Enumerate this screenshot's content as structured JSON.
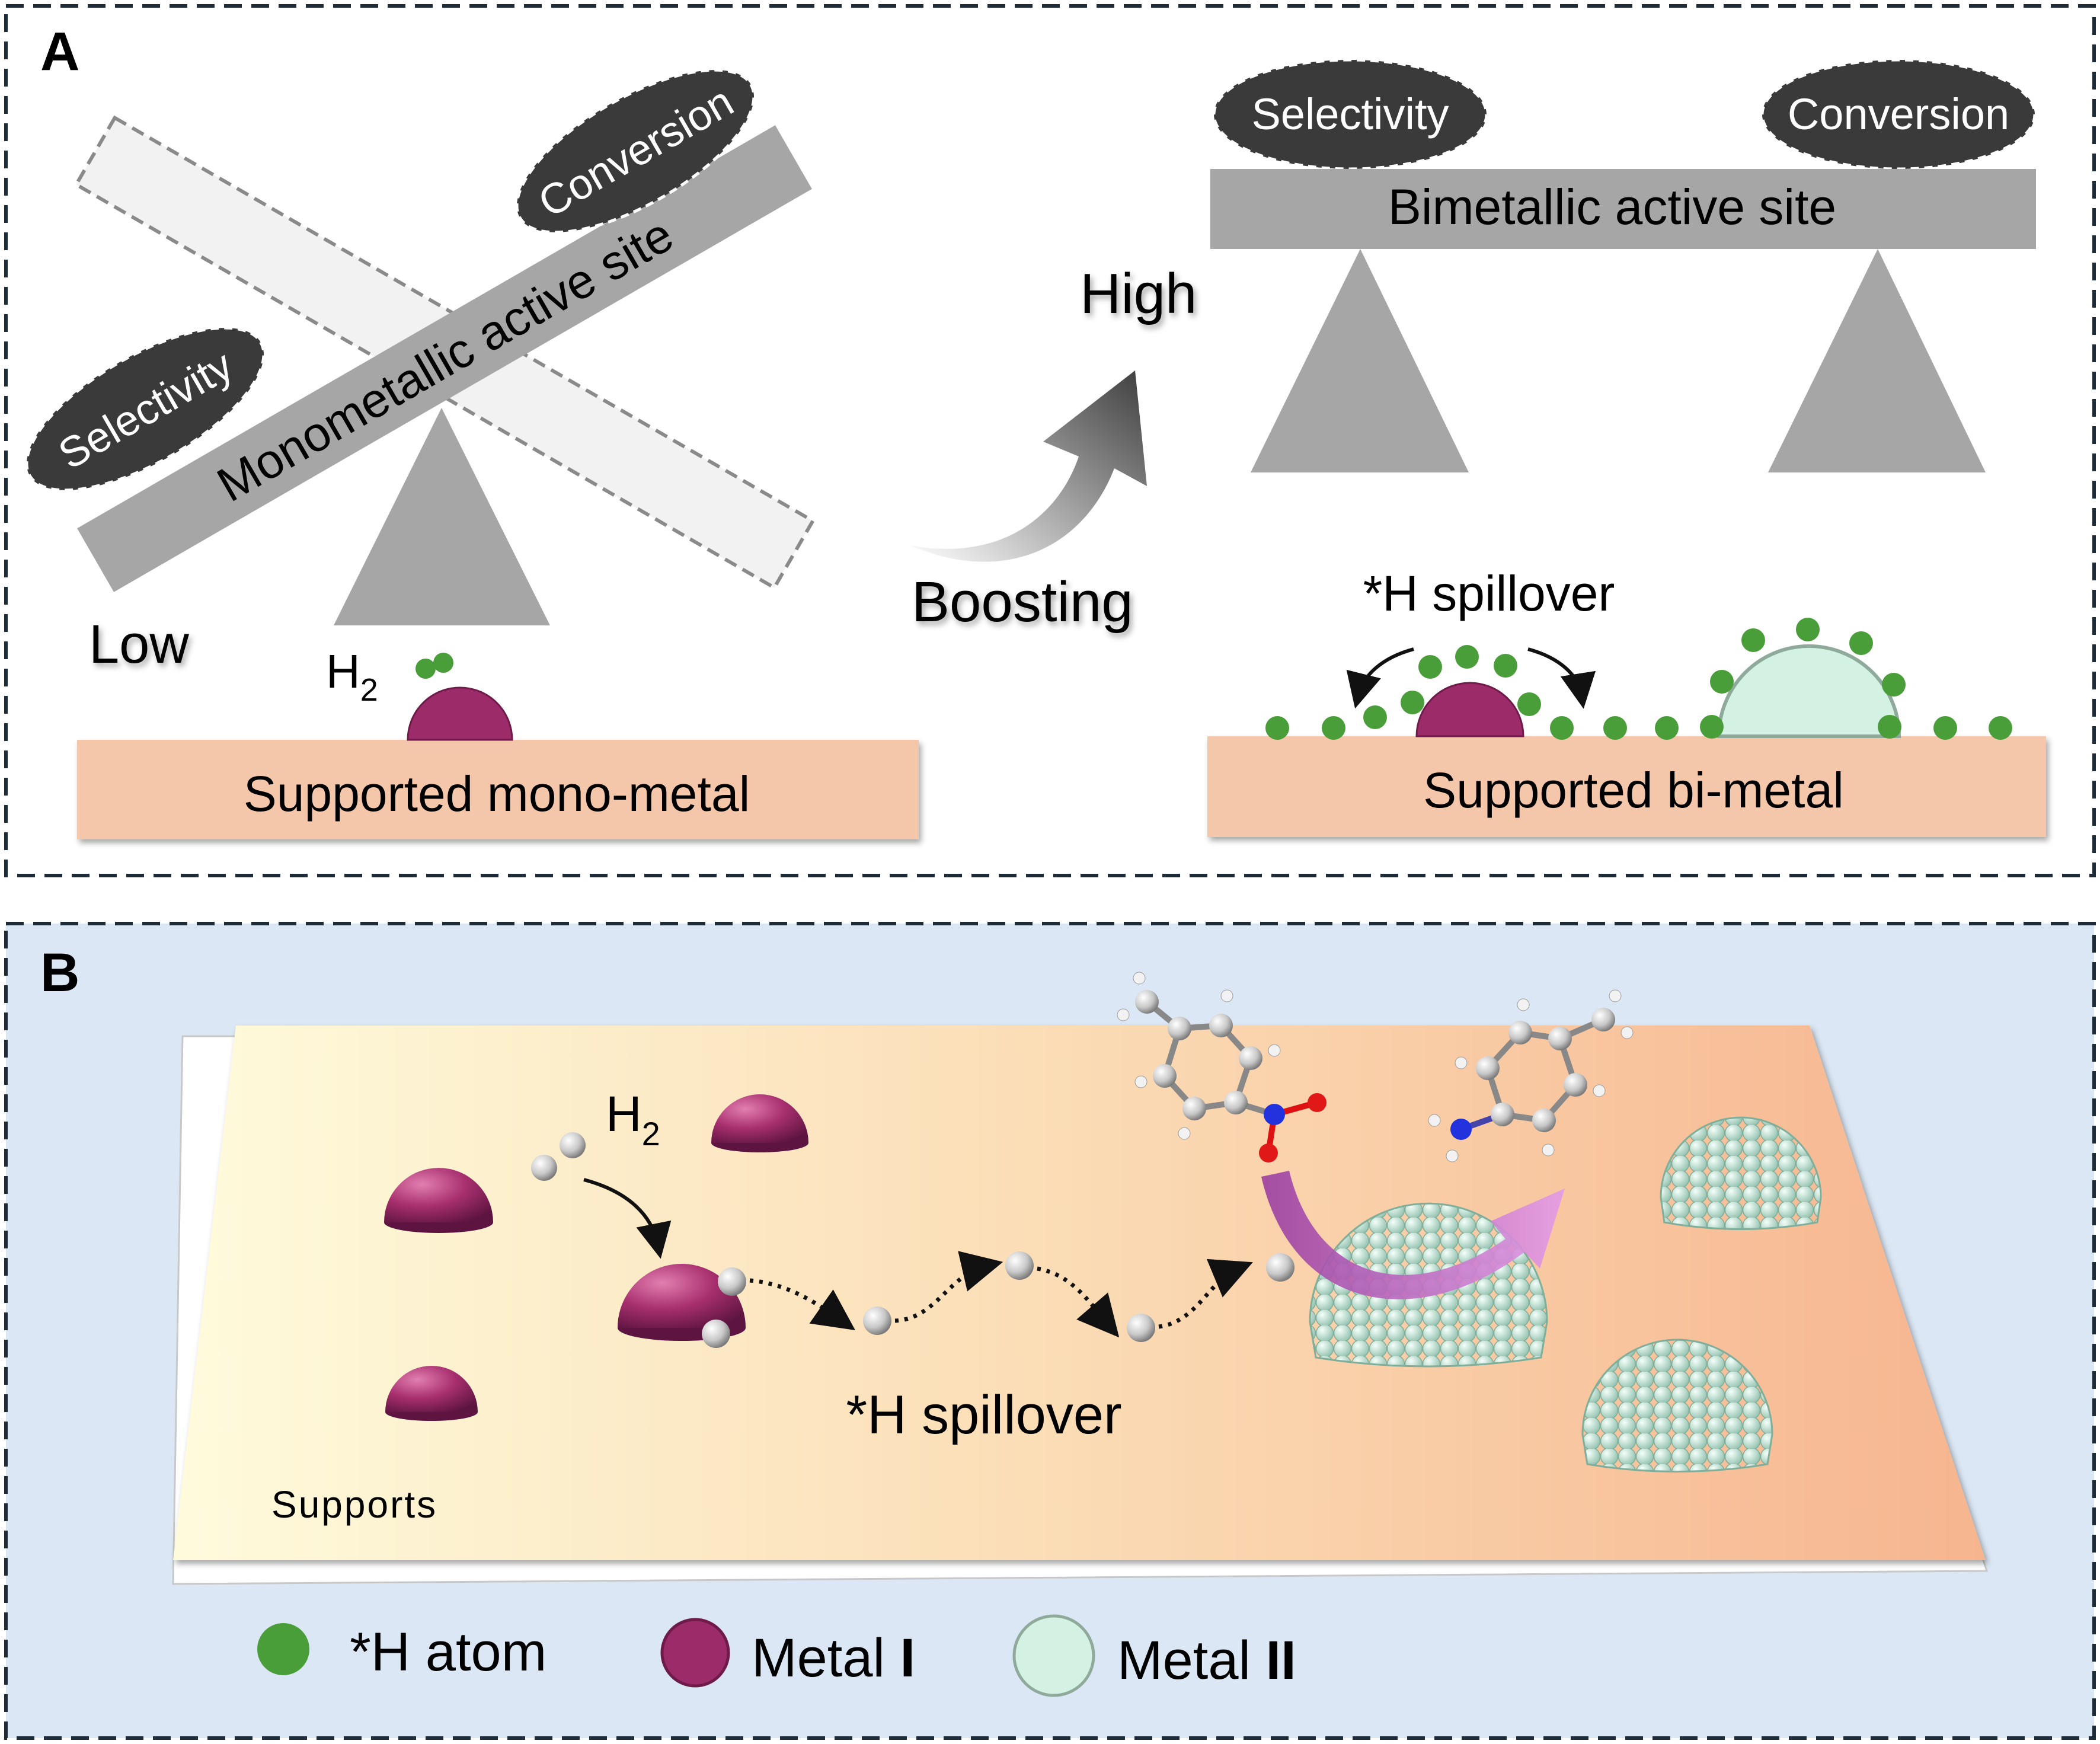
{
  "panel_a": {
    "letter": "A",
    "mono_beam_label": "Monometallic active site",
    "mono_selectivity": "Selectivity",
    "mono_conversion": "Conversion",
    "low_label": "Low",
    "h2_main": "H",
    "h2_sub": "2",
    "mono_support_label": "Supported mono-metal",
    "boosting_label": "Boosting",
    "high_label": "High",
    "bi_selectivity": "Selectivity",
    "bi_conversion": "Conversion",
    "bi_beam_label": "Bimetallic active site",
    "spillover_label": "*H spillover",
    "bi_support_label": "Supported bi-metal"
  },
  "panel_b": {
    "letter": "B",
    "h2_main": "H",
    "h2_sub": "2",
    "spillover_label": "*H spillover",
    "supports_label": "Supports"
  },
  "legend": {
    "h_atom_label": "*H atom",
    "metal1_text": "Metal ",
    "metal1_roman": "I",
    "metal2_text": "Metal ",
    "metal2_roman": "II"
  },
  "colors": {
    "h_atom": "#4a9e3a",
    "metal_1": "#9c2b6a",
    "metal_2": "#d4f2e4",
    "support": "#f5c7aa",
    "panel_b_bg": "#dbe7f4",
    "beam": "#a6a6a6",
    "badge": "#3a3a3a"
  }
}
